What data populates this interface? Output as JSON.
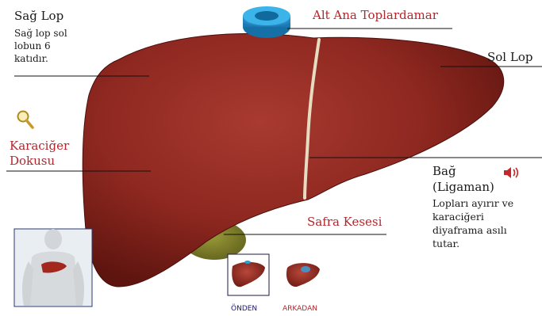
{
  "labels": {
    "right_lobe_title": "Sağ Lop",
    "right_lobe_desc": [
      "Sağ lop sol",
      "lobun 6",
      "katıdır."
    ],
    "vein": "Alt Ana Toplardamar",
    "left_lobe": "Sol Lop",
    "tissue": [
      "Karaciğer",
      "Dokusu"
    ],
    "ligament_title": [
      "Bağ",
      "(Ligaman)"
    ],
    "ligament_desc": [
      "Lopları ayırır ve",
      "karaciğeri",
      "diyaframa asılı",
      "tutar."
    ],
    "gallbladder": "Safra Kesesi"
  },
  "views": {
    "front": "ÖNDEN",
    "back": "ARKADAN",
    "selected": "front"
  },
  "icons": {
    "magnifier": "magnifier-icon",
    "speaker": "speaker-icon"
  },
  "colors": {
    "accent_red": "#b3262c",
    "liver": "#7f1d17",
    "vein_blue": "#2a9fd6",
    "gallbladder": "#7a7a26",
    "ligament": "#e8e0c8",
    "front_caption": "#1a1a6a"
  }
}
